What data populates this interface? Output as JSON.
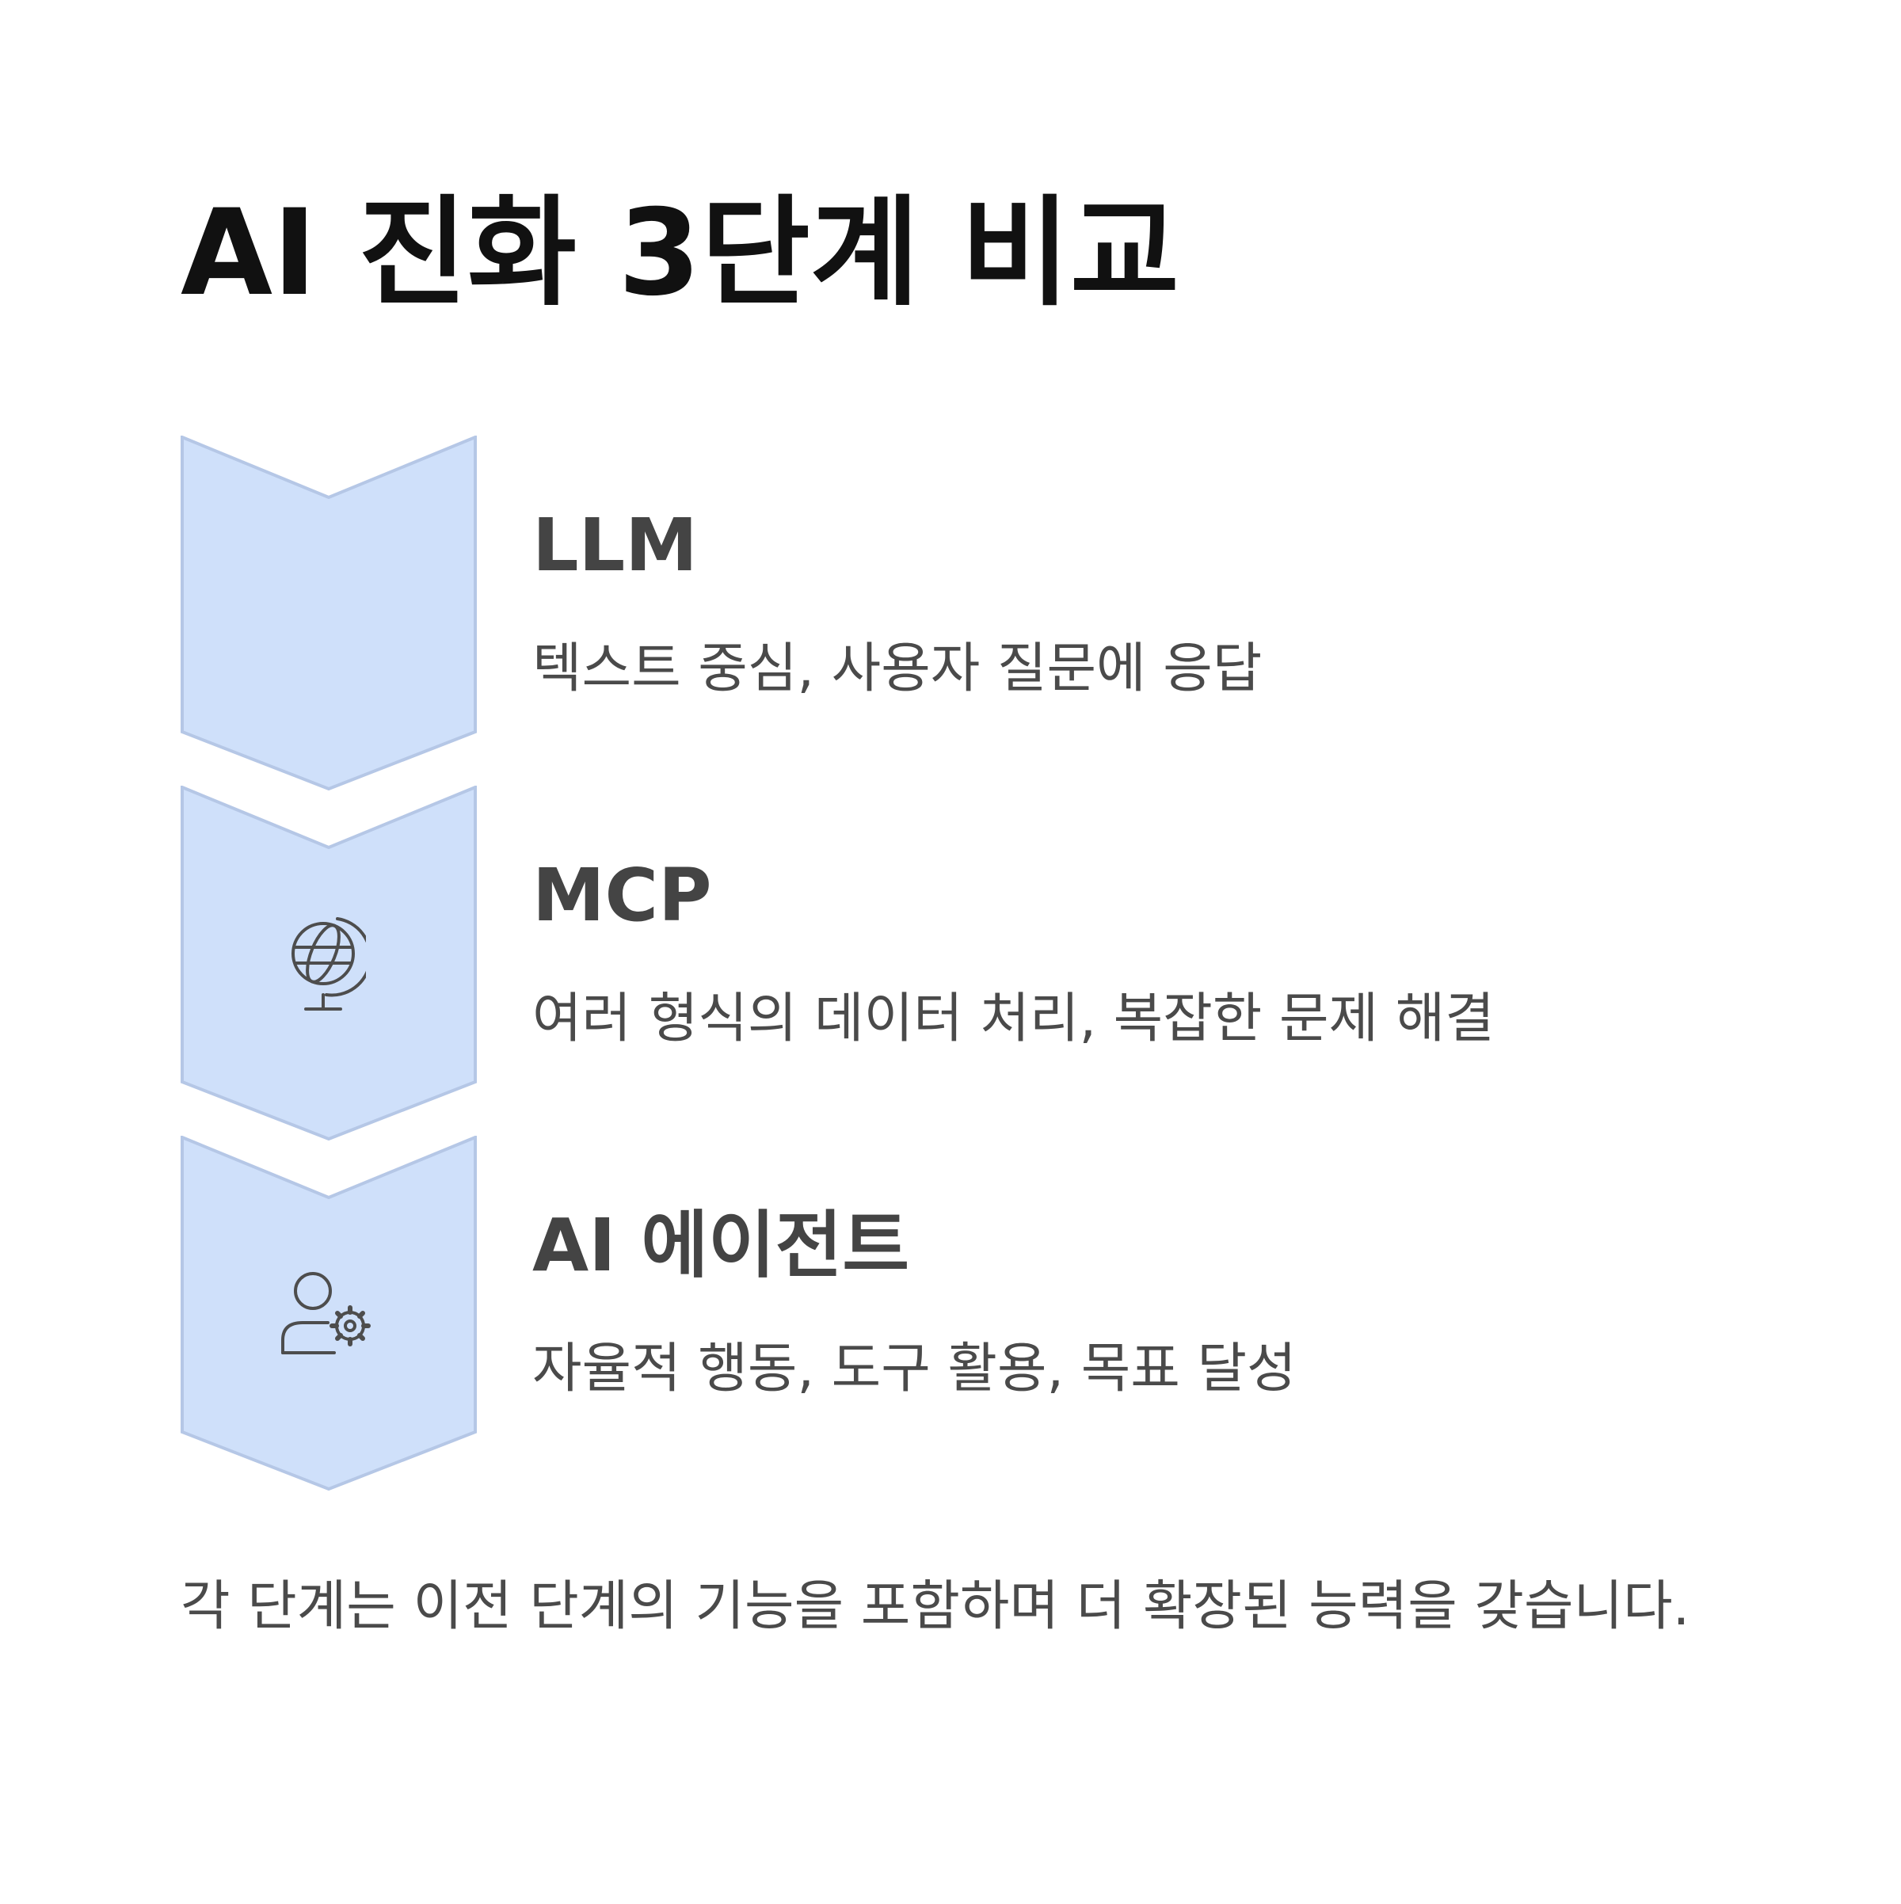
{
  "title": "AI 진화 3단계 비교",
  "colors": {
    "chevron_fill": "#cfe0fa",
    "chevron_stroke": "#b5c7e6",
    "icon_stroke": "#4d4d4d",
    "title_text": "#111111",
    "body_text": "#4a4a4a"
  },
  "steps": [
    {
      "label": "LLM",
      "description": "텍스트 중심, 사용자 질문에 응답",
      "icon": "none"
    },
    {
      "label": "MCP",
      "description": "여러 형식의 데이터 처리, 복잡한 문제 해결",
      "icon": "globe-icon"
    },
    {
      "label": "AI 에이전트",
      "description": "자율적 행동, 도구 활용, 목표 달성",
      "icon": "user-gear-icon"
    }
  ],
  "summary": "각 단계는 이전 단계의 기능을 포함하며 더 확장된 능력을 갖습니다."
}
